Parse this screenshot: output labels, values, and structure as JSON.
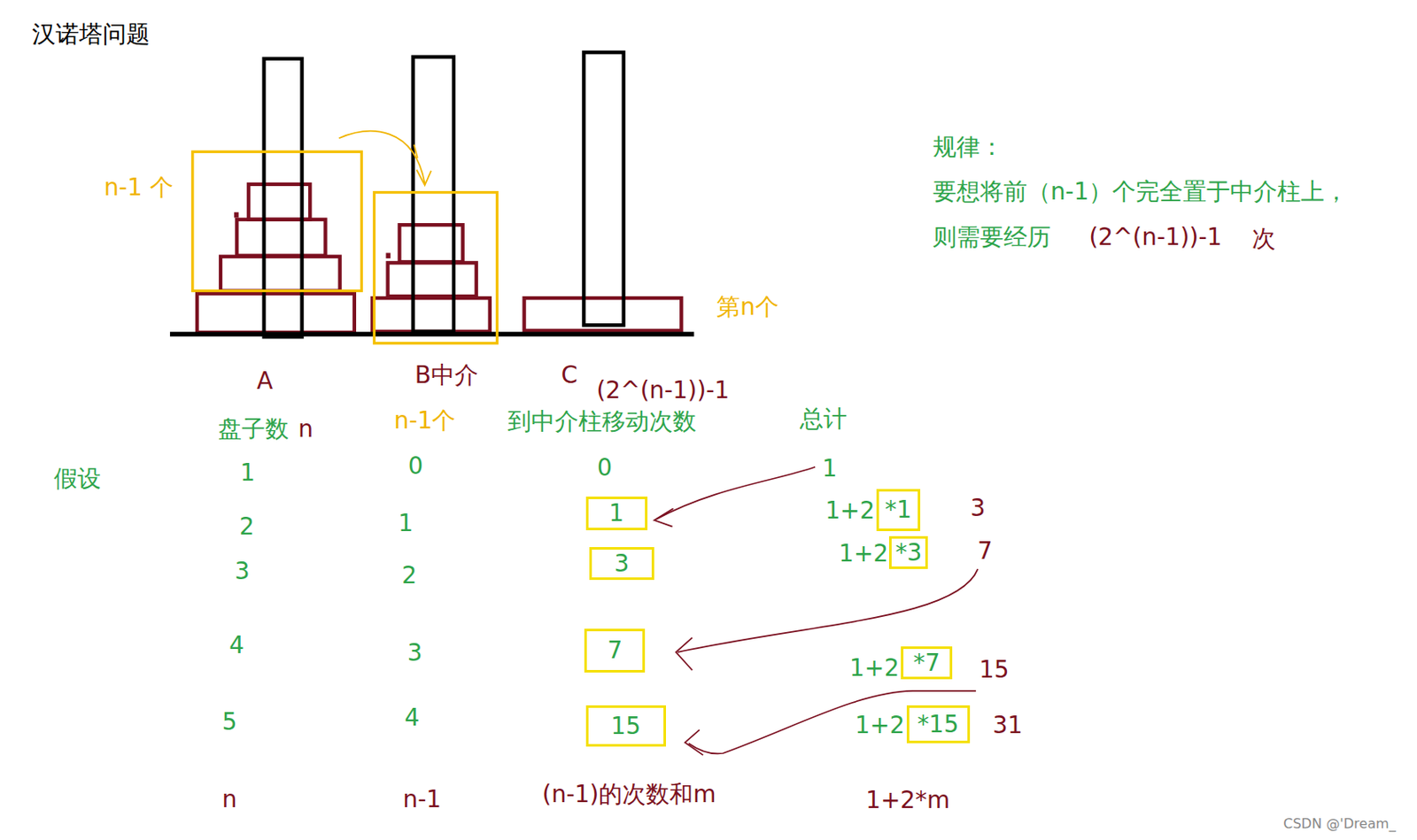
{
  "diagram": {
    "title": "汉诺塔问题",
    "nodes": [
      {
        "text": [
          "1"
        ]
      },
      {
        "text": [
          "*1"
        ]
      },
      {
        "text": [
          "3"
        ]
      },
      {
        "text": [
          "*3"
        ]
      },
      {
        "text": [
          "7"
        ]
      },
      {
        "text": [
          "*7"
        ]
      },
      {
        "text": [
          "15"
        ]
      },
      {
        "text": [
          "*15"
        ]
      }
    ],
    "labels": [
      "n-1 个",
      "规律：",
      "要想将前（n-1）个完全置于中介柱上，",
      "第n个",
      "则需要经历",
      "(2^(n-1))-1",
      "次",
      "A",
      "B中介",
      "C",
      "(2^(n-1))-1",
      "盘子数",
      "n",
      "n-1个",
      "到中介柱移动次数",
      "总计",
      "假设",
      "1",
      "0",
      "0",
      "1",
      "2",
      "1",
      "1+2",
      "3",
      "3",
      "2",
      "1+2",
      "7",
      "4",
      "3",
      "1+2",
      "15",
      "5",
      "4",
      "1+2",
      "31",
      "n",
      "n-1",
      "(n-1)的次数和m",
      "1+2*m",
      "CSDN @'Dream_"
    ]
  }
}
